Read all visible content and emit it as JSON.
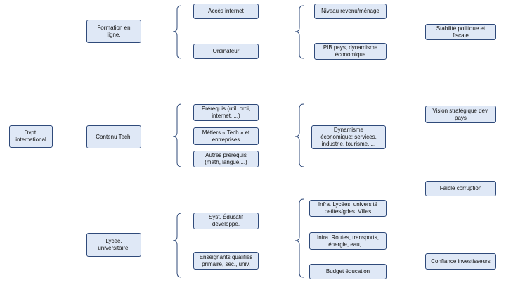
{
  "nodes": {
    "root": "Dvpt.\ninternational",
    "formation": "Formation en\nligne.",
    "contenu": "Contenu Tech.",
    "lycee": "Lycée,\nuniversitaire.",
    "acces_internet": "Accès internet",
    "ordinateur": "Ordinateur",
    "prerequis": "Prérequis (util. ordi,\ninternet, ...)",
    "metiers": "Métiers « Tech » et\nentreprises",
    "autres_prerequis": "Autres prérequis\n(math, langue,...)",
    "syst_educatif": "Syst. Éducatif\ndéveloppé.",
    "enseignants": "Enseignants qualifiés\nprimaire, sec., univ.",
    "niveau_revenu": "Niveau revenu/ménage",
    "pib": "PIB pays, dynamisme\néconomique",
    "dynamisme": "Dynamisme\néconomique: services,\nindustrie, tourisme, ...",
    "infra_lycees": "Infra. Lycées, université\npetites/gdes. Villes",
    "infra_routes": "Infra. Routes, transports,\nénergie, eau, ...",
    "budget": "Budget éducation",
    "stabilite": "Stabilité politique et\nfiscale",
    "vision": "Vision stratégique dev.\npays",
    "corruption": "Faible corruption",
    "confiance": "Confiance investisseurs"
  },
  "colors": {
    "node_fill": "#dfe8f6",
    "node_border": "#2f4a7a",
    "connector": "#2f4a7a"
  }
}
